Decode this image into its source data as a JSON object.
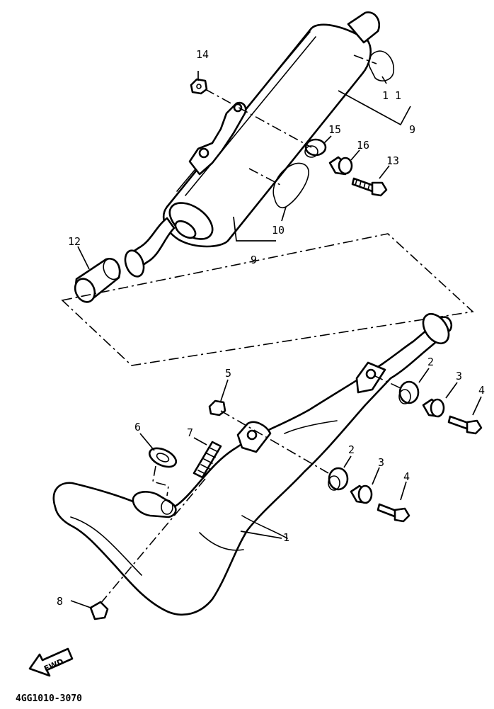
{
  "callouts": {
    "c1": "1",
    "c2a": "2",
    "c2b": "2",
    "c3a": "3",
    "c3b": "3",
    "c4a": "4",
    "c4b": "4",
    "c5": "5",
    "c6": "6",
    "c7": "7",
    "c8": "8",
    "c9a": "9",
    "c9b": "9",
    "c10": "10",
    "c11": "1 1",
    "c12": "12",
    "c13": "13",
    "c14": "14",
    "c15": "15",
    "c16": "16"
  },
  "fwd_label": "FWD",
  "document_number": "4GG1010-3070",
  "icons": [
    "fwd-arrow-icon"
  ]
}
